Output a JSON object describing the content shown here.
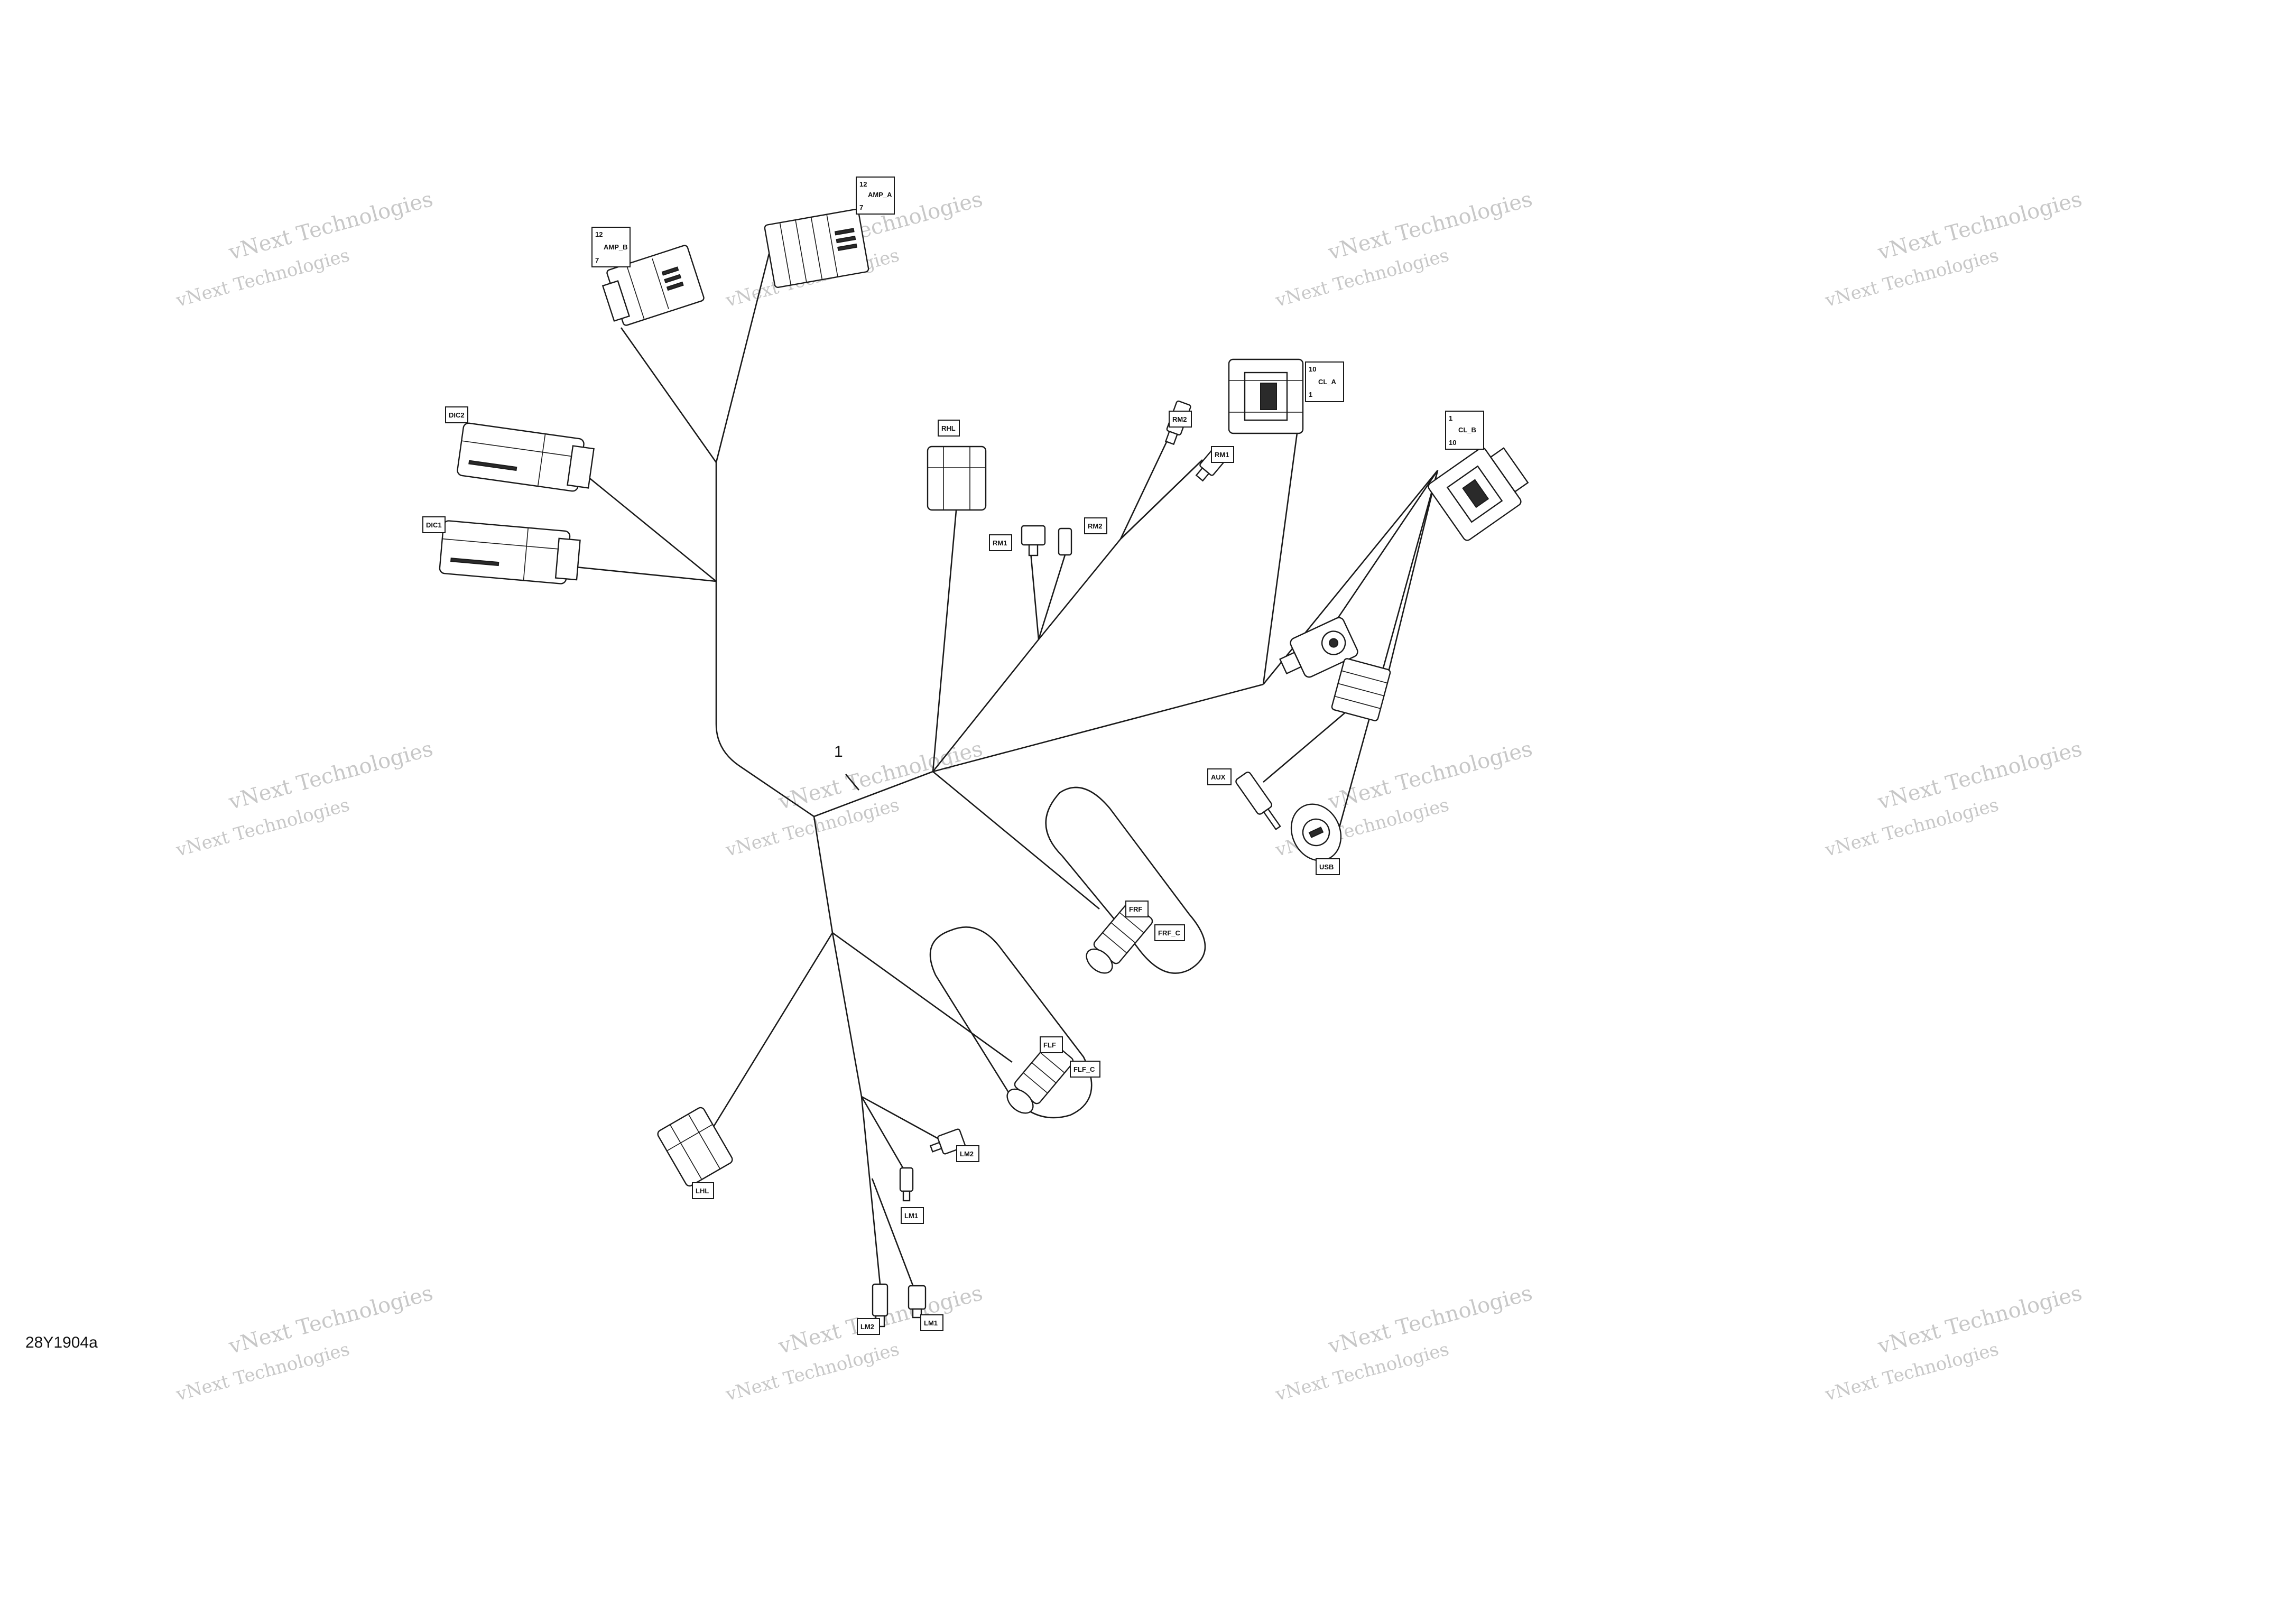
{
  "drawing": {
    "reference": "28Y1904a",
    "callout": "1",
    "watermark": "vNext Technologies"
  },
  "connectors": {
    "amp_a": {
      "label": "AMP_A",
      "pin_top": "12",
      "pin_bottom": "7"
    },
    "amp_b": {
      "label": "AMP_B",
      "pin_top": "12",
      "pin_bottom": "7"
    },
    "dic2": "DIC2",
    "dic1": "DIC1",
    "rhl": "RHL",
    "rm2_upper": "RM2",
    "rm1_upper": "RM1",
    "rm1_mid": "RM1",
    "rm2_mid": "RM2",
    "cl_a": {
      "label": "CL_A",
      "pin_top": "10",
      "pin_bottom": "1"
    },
    "cl_b": {
      "label": "CL_B",
      "pin_top": "1",
      "pin_bottom": "10"
    },
    "aux": "AUX",
    "usb": "USB",
    "frf": "FRF",
    "frf_c": "FRF_C",
    "flf": "FLF",
    "flf_c": "FLF_C",
    "lhl": "LHL",
    "lm2_upper": "LM2",
    "lm1_upper": "LM1",
    "lm2_lower": "LM2",
    "lm1_lower": "LM1"
  }
}
